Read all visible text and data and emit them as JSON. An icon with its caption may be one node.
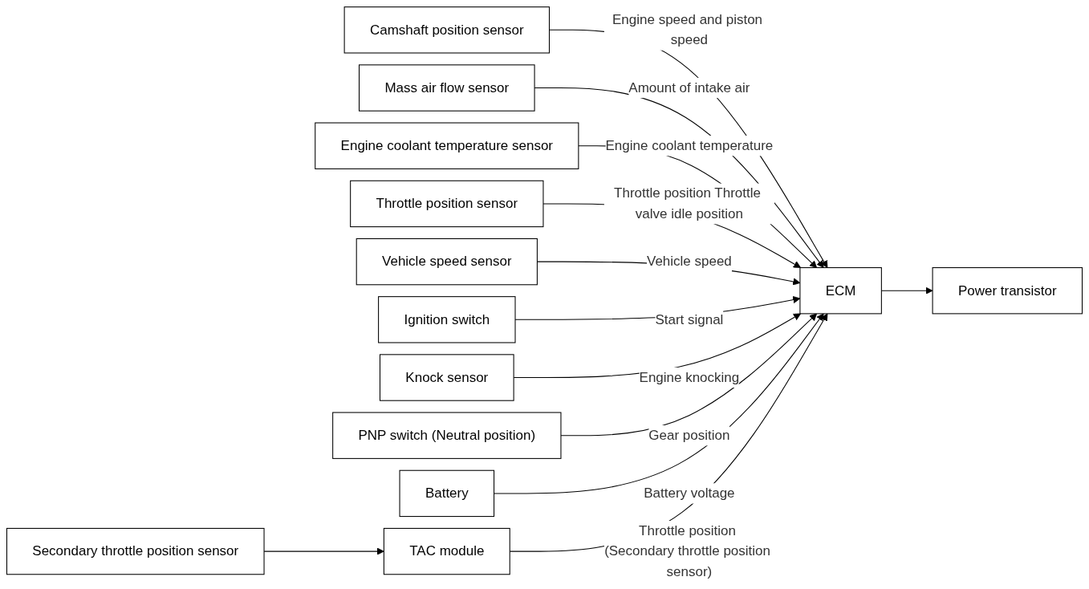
{
  "diagram": {
    "nodes": [
      {
        "text": [
          "Camshaft position sensor"
        ]
      },
      {
        "text": [
          "Mass air flow sensor"
        ]
      },
      {
        "text": [
          "Engine coolant temperature sensor"
        ]
      },
      {
        "text": [
          "Throttle position sensor"
        ]
      },
      {
        "text": [
          "Vehicle speed sensor"
        ]
      },
      {
        "text": [
          "Ignition switch"
        ]
      },
      {
        "text": [
          "Knock sensor"
        ]
      },
      {
        "text": [
          "PNP switch (Neutral position)"
        ]
      },
      {
        "text": [
          "Battery"
        ]
      },
      {
        "text": [
          "Secondary throttle position sensor"
        ]
      },
      {
        "text": [
          "TAC module"
        ]
      },
      {
        "text": [
          "ECM"
        ]
      },
      {
        "text": [
          "Power transistor"
        ]
      }
    ],
    "edges": [
      {
        "from": 0,
        "to": 11,
        "arrow": "to",
        "label": "Engine speed and piston speed"
      },
      {
        "from": 1,
        "to": 11,
        "arrow": "to",
        "label": "Amount of intake air"
      },
      {
        "from": 2,
        "to": 11,
        "arrow": "to",
        "label": "Engine coolant temperature"
      },
      {
        "from": 3,
        "to": 11,
        "arrow": "to",
        "label": "Throttle position Throttle valve idle position"
      },
      {
        "from": 4,
        "to": 11,
        "arrow": "to",
        "label": "Vehicle speed"
      },
      {
        "from": 5,
        "to": 11,
        "arrow": "to",
        "label": "Start signal"
      },
      {
        "from": 6,
        "to": 11,
        "arrow": "to",
        "label": "Engine knocking"
      },
      {
        "from": 7,
        "to": 11,
        "arrow": "to",
        "label": "Gear position"
      },
      {
        "from": 8,
        "to": 11,
        "arrow": "to",
        "label": "Battery voltage"
      },
      {
        "from": 9,
        "to": 10,
        "arrow": "to"
      },
      {
        "from": 10,
        "to": 11,
        "arrow": "to",
        "label": "Throttle position (Secondary throttle position sensor)"
      },
      {
        "from": 11,
        "to": 12,
        "arrow": "to"
      }
    ]
  }
}
